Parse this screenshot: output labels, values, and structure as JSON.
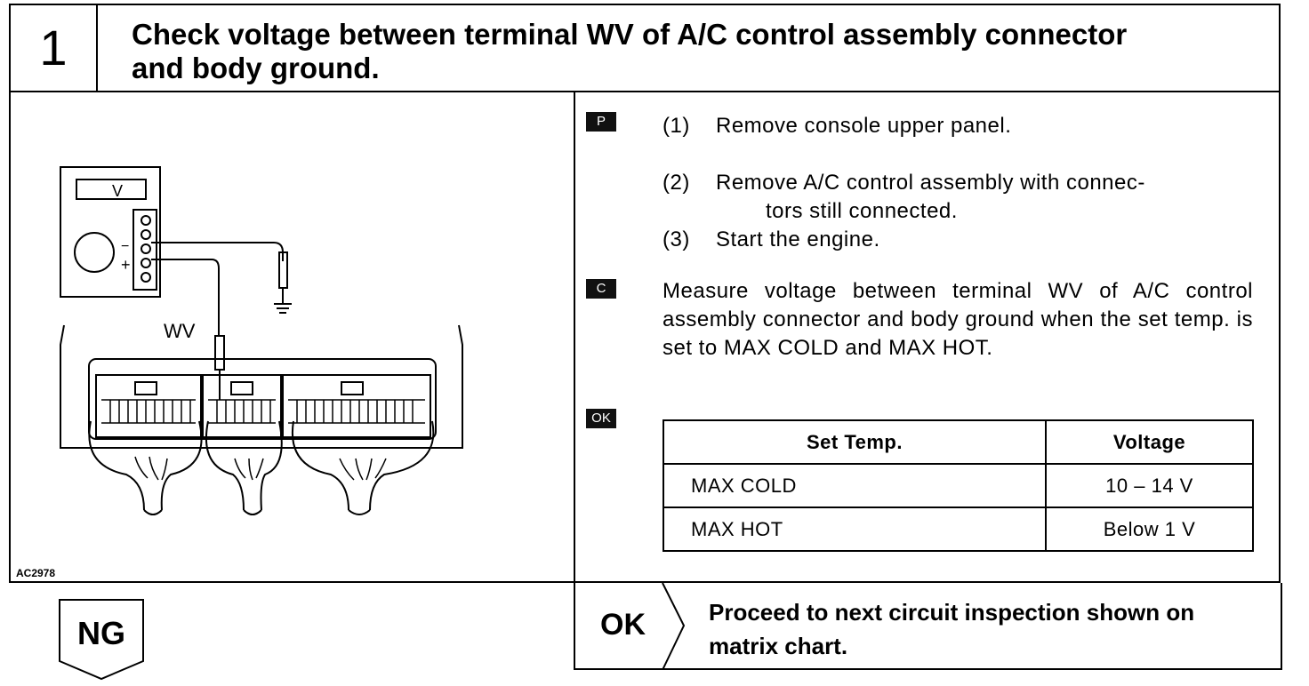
{
  "header": {
    "step_number": "1",
    "title_line1": "Check voltage between terminal WV of A/C control assembly connector",
    "title_line2": "and body ground."
  },
  "figure": {
    "meter_label": "V",
    "meter_minus": "−",
    "meter_plus": "+",
    "terminal_label": "WV",
    "figure_id": "AC2978"
  },
  "tags": {
    "prep": "P",
    "check": "C",
    "ok": "OK"
  },
  "steps": [
    {
      "num": "(1)",
      "text": "Remove console upper panel."
    },
    {
      "num": "(2)",
      "text_line1": "Remove A/C control assembly with connec-",
      "text_line2": "tors still connected."
    },
    {
      "num": "(3)",
      "text": "Start the engine."
    }
  ],
  "measure_text": "Measure voltage between terminal WV of A/C control assembly connector and body ground when the set temp. is set to MAX COLD and MAX HOT.",
  "spec_table": {
    "headers": [
      "Set Temp.",
      "Voltage"
    ],
    "rows": [
      [
        "MAX COLD",
        "10 – 14 V"
      ],
      [
        "MAX HOT",
        "Below 1 V"
      ]
    ]
  },
  "ng_label": "NG",
  "ok_result": {
    "label": "OK",
    "text_line1": "Proceed to next circuit inspection shown on",
    "text_line2": "matrix chart."
  }
}
